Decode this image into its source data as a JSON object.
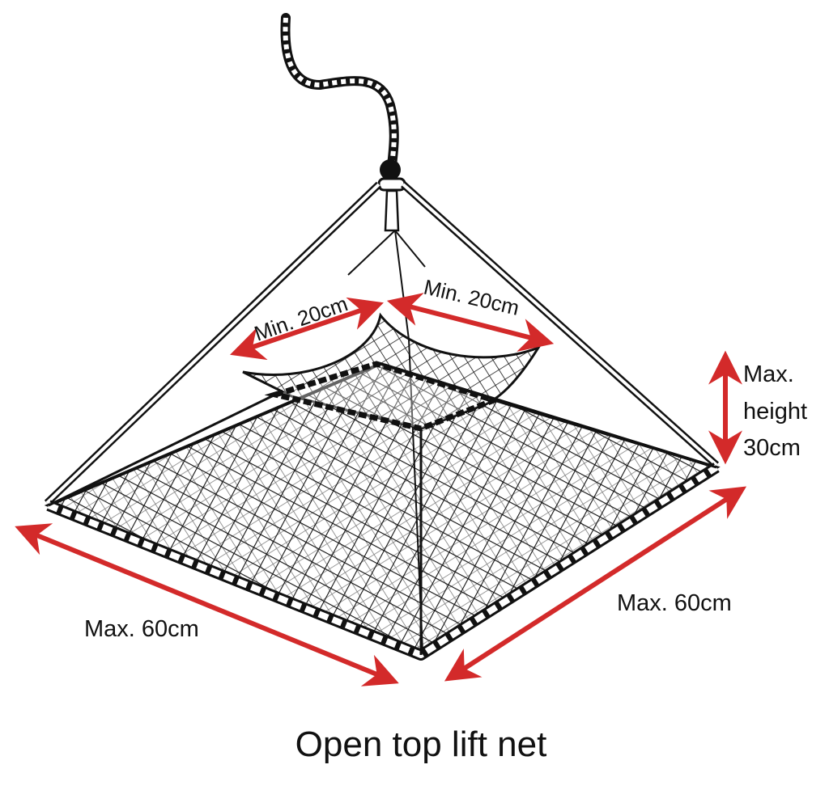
{
  "title": "Open top lift net",
  "colors": {
    "arrow": "#d32a2a",
    "line": "#111111",
    "background": "#ffffff"
  },
  "labels": {
    "top_left": "Min. 20cm",
    "top_right": "Min. 20cm",
    "height_line1": "Max.",
    "height_line2": "height",
    "height_line3": "30cm",
    "bottom_left": "Max. 60cm",
    "bottom_right": "Max. 60cm"
  },
  "parts": {
    "rope": "rope-icon",
    "float": "float-ball-icon",
    "frame": "pyramid-frame",
    "net": "mesh-net"
  }
}
